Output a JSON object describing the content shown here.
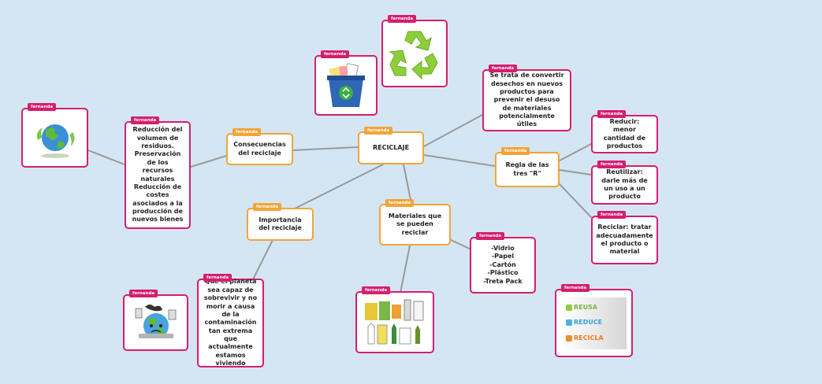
{
  "author_tag": "fernanda",
  "central": {
    "label": "RECICLAJE"
  },
  "definition": {
    "text": "Se trata de convertir desechos en nuevos productos para prevenir el desuso de materiales potencialmente útiles"
  },
  "consecuencias": {
    "label": "Consecuencias del reciclaje",
    "detail": "Reducción del volumen de residuos.\nPreservación de los recursos naturales\nReducción de costes asociados a la producción de nuevos bienes"
  },
  "importancia": {
    "label": "Importancia del reciclaje",
    "detail": "Que el planeta sea capaz de sobrevivir y no morir a causa de la contaminación tan extrema que actualmente estamos viviendo"
  },
  "materiales": {
    "label": "Materiales que se pueden reciclar",
    "detail": "-Vidrio\n-Papel\n-Cartón\n-Plástico\n-Treta Pack"
  },
  "regla": {
    "label": "Regla de las tres \"R\"",
    "items": [
      "Reducir: menor cantidad de productos",
      "Reutilizar: darle más de un uso a un producto",
      "Reciclar: tratar adecuadamente el producto o material"
    ]
  },
  "logo": {
    "words": [
      "REUSA",
      "REDUCE",
      "RECICLA"
    ]
  },
  "colors": {
    "background": "#d4e6f3",
    "pink": "#d51e6d",
    "orange": "#f2a43a",
    "connector": "#9a9a9a"
  }
}
